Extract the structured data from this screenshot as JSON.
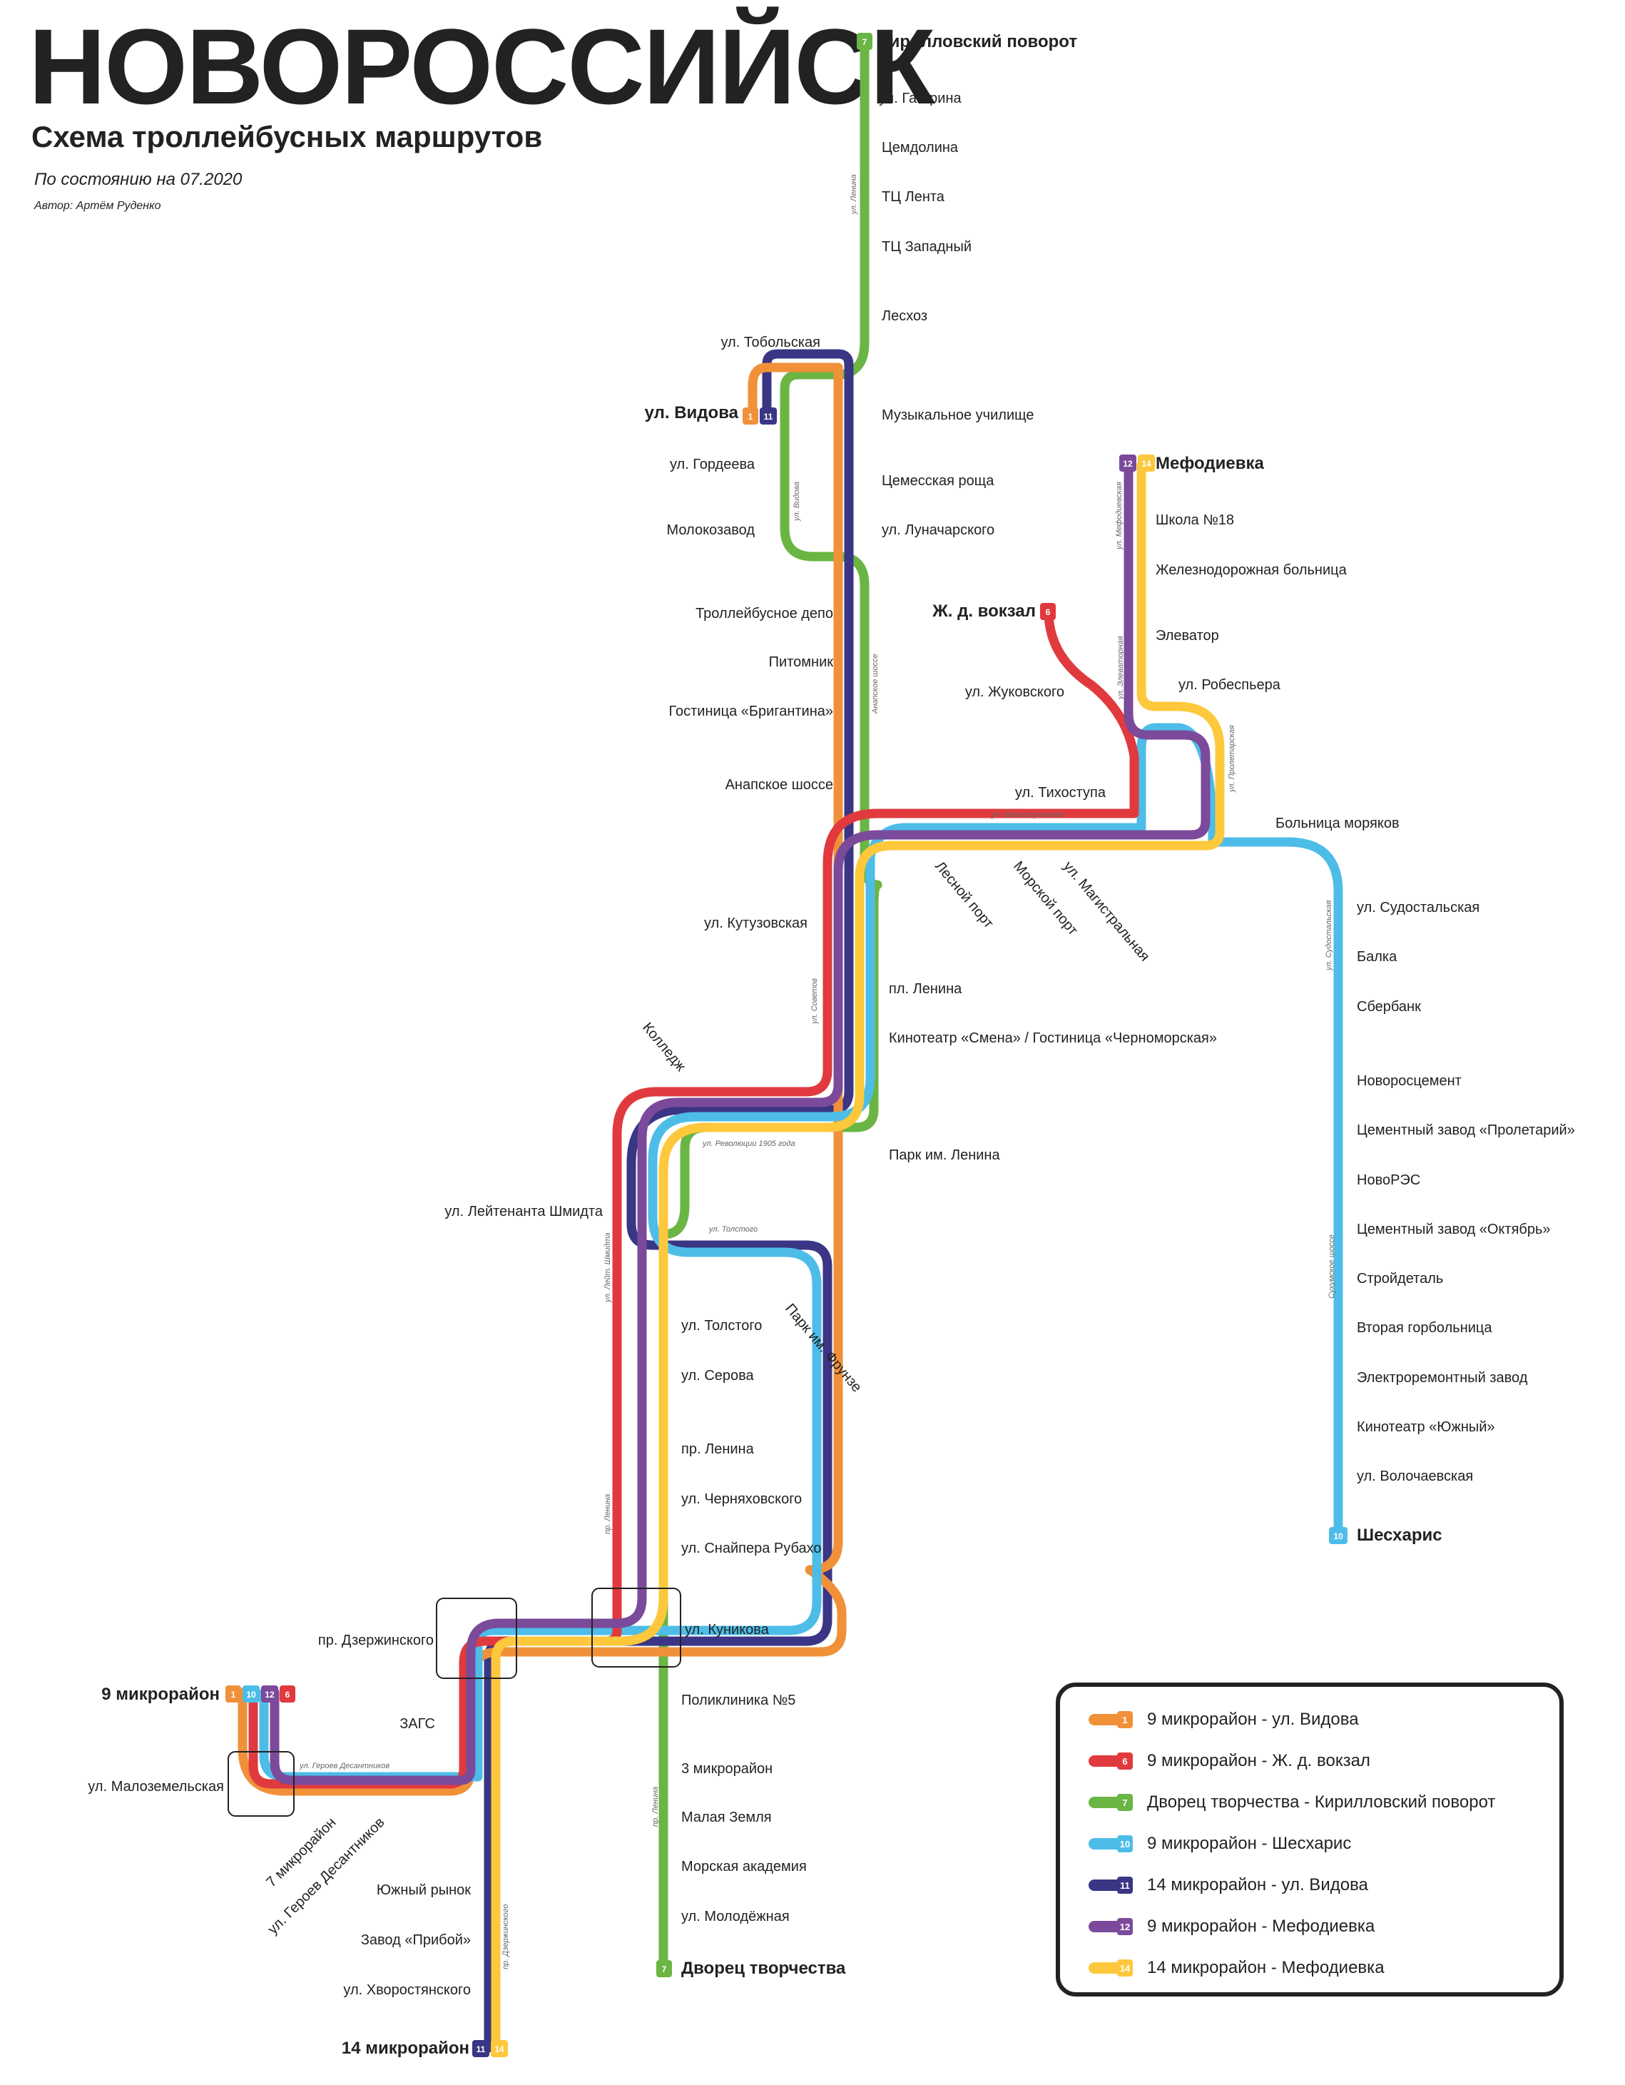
{
  "header": {
    "title": "НОВОРОССИЙСК",
    "subtitle": "Схема троллейбусных маршрутов",
    "date": "По состоянию на 07.2020",
    "author": "Автор: Артём Руденко"
  },
  "colors": {
    "r1": "#f0913a",
    "r6": "#e03a3e",
    "r7": "#6ab543",
    "r10": "#4dbde8",
    "r11": "#3a3584",
    "r12": "#7b4a9a",
    "r14": "#fdc83c"
  },
  "stations": {
    "kirill": "Кирилловский поворот",
    "gagarina": "ул. Гагарина",
    "cemdolina": "Цемдолина",
    "lenta": "ТЦ Лента",
    "zapadny": "ТЦ Западный",
    "leshoz": "Лесхоз",
    "tobolskaya": "ул. Тобольская",
    "vidova": "ул. Видова",
    "muzuch": "Музыкальное училище",
    "gordeeva": "ул. Гордеева",
    "roscha": "Цемесская роща",
    "molokozavod": "Молокозавод",
    "lunach": "ул. Луначарского",
    "depo": "Троллейбусное депо",
    "pitomnik": "Питомник",
    "brigantina": "Гостиница «Бригантина»",
    "anapshosse": "Анапское шоссе",
    "mefodievka": "Мефодиевка",
    "shkola18": "Школа №18",
    "zhdbolnica": "Железнодорожная больница",
    "elevator": "Элеватор",
    "zhdvokzal": "Ж. д. вокзал",
    "robespiera": "ул. Робеспьера",
    "zhukovskogo": "ул. Жуковского",
    "tihostupa": "ул. Тихоступа",
    "moryakov": "Больница моряков",
    "lesport": "Лесной порт",
    "morport": "Морской порт",
    "magistralnaya": "ул. Магистральная",
    "kutuzovskaya": "ул. Кутузовская",
    "sudostalskaya": "ул. Судостальская",
    "plLenina": "пл. Ленина",
    "balka": "Балка",
    "sberbank": "Сбербанк",
    "smena": "Кинотеатр «Смена» / Гостиница «Черноморская»",
    "kolledzh": "Колледж",
    "novocement": "Новоросцемент",
    "proletariy": "Цементный завод «Пролетарий»",
    "parkLenina": "Парк им. Ленина",
    "novores": "НовоРЭС",
    "shmidta": "ул. Лейтенанта Шмидта",
    "oktyabr": "Цементный завод «Октябрь»",
    "stroidetal": "Стройдеталь",
    "tolstogo": "ул. Толстого",
    "gorbolnica2": "Вторая горбольница",
    "parkFrunze": "Парк им. Фрунзе",
    "serova": "ул. Серова",
    "elremzavod": "Электроремонтный завод",
    "yuzhny": "Кинотеатр «Южный»",
    "prLenina": "пр. Ленина",
    "volochaevskaya": "ул. Волочаевская",
    "chernyah": "ул. Черняховского",
    "shesharis": "Шесхарис",
    "snaipera": "ул. Снайпера Рубахо",
    "kunikova": "ул. Куникова",
    "dzerzh": "пр. Дзержинского",
    "mikro9": "9 микрорайон",
    "poliklinika5": "Поликлиника №5",
    "zags": "ЗАГС",
    "malozem": "ул. Малоземельская",
    "mikro3": "3 микрорайон",
    "malzemlya": "Малая Земля",
    "mikro7": "7 микрорайон",
    "desantnikov": "ул. Героев Десантников",
    "morakad": "Морская академия",
    "molodezhnaya": "ул. Молодёжная",
    "yuzhrynok": "Южный рынок",
    "priboy": "Завод «Прибой»",
    "dvorec": "Дворец творчества",
    "hvorost": "ул. Хворостянского",
    "mikro14": "14 микрорайон"
  },
  "streets": {
    "lenina1": "ул. Ленина",
    "vidova": "ул. Видова",
    "anapskoe": "Анапское шоссе",
    "mefod": "ул. Мефодиевская",
    "elevat": "ул. Элеваторная",
    "proletar": "ул. Пролетарская",
    "magist": "ул. Магистральная",
    "sudostal": "ул. Судостальская",
    "sovetov": "ул. Советов",
    "rev1905": "ул. Революции 1905 года",
    "tolstogo": "ул. Толстого",
    "shmidta": "ул. Лейт. Шмидта",
    "prLenina": "пр. Ленина",
    "bukhtov": "Сухумское шоссе",
    "desant": "ул. Героев Десантников",
    "dzerzh": "пр. Дзержинского",
    "prLenina2": "пр. Ленина"
  },
  "badges": {
    "b1": "1",
    "b6": "6",
    "b7": "7",
    "b10": "10",
    "b11": "11",
    "b12": "12",
    "b14": "14"
  },
  "legend": [
    {
      "route": "1",
      "color": "#f0913a",
      "label": "9 микрорайон - ул. Видова"
    },
    {
      "route": "6",
      "color": "#e03a3e",
      "label": "9 микрорайон -  Ж. д. вокзал"
    },
    {
      "route": "7",
      "color": "#6ab543",
      "label": "Дворец творчества - Кирилловский поворот"
    },
    {
      "route": "10",
      "color": "#4dbde8",
      "label": "9 микрорайон - Шесхарис"
    },
    {
      "route": "11",
      "color": "#3a3584",
      "label": "14 микрорайон - ул. Видова"
    },
    {
      "route": "12",
      "color": "#7b4a9a",
      "label": "9 микрорайон - Мефодиевка"
    },
    {
      "route": "14",
      "color": "#fdc83c",
      "label": "14 микрорайон - Мефодиевка"
    }
  ]
}
